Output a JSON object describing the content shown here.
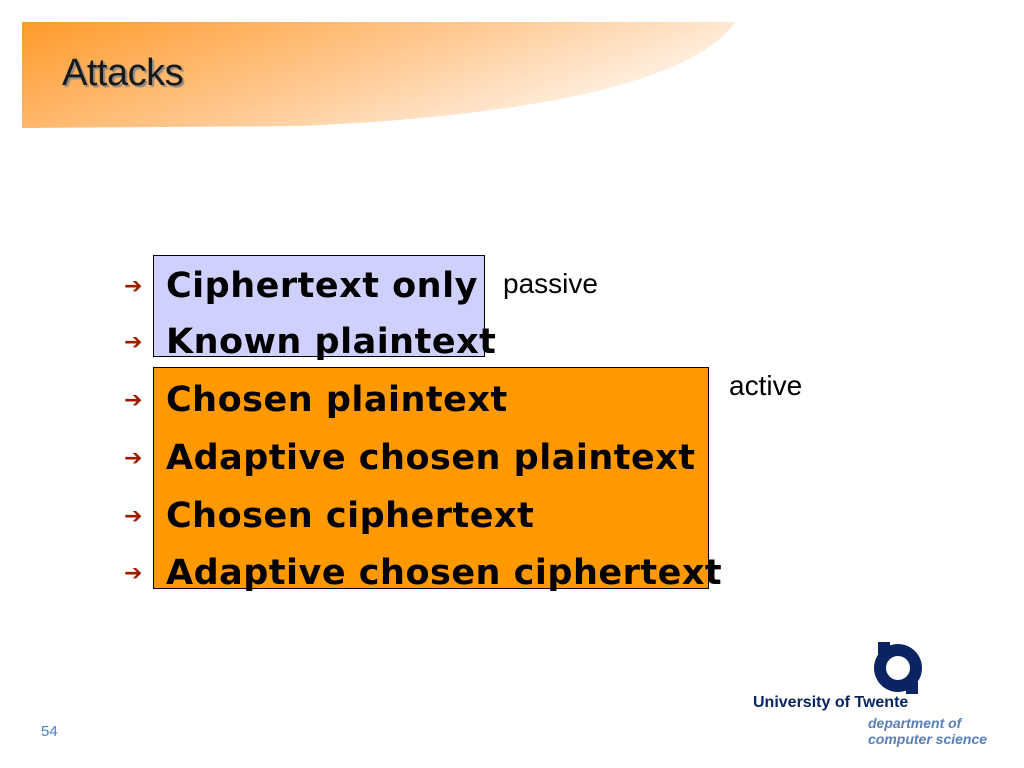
{
  "slide": {
    "title": "Attacks",
    "page_number": "54"
  },
  "items": [
    {
      "label": "Ciphertext only",
      "bullet_icon": "right-arrow-icon"
    },
    {
      "label": "Known plaintext",
      "bullet_icon": "right-arrow-icon"
    },
    {
      "label": "Chosen plaintext",
      "bullet_icon": "right-arrow-icon"
    },
    {
      "label": "Adaptive chosen plaintext",
      "bullet_icon": "right-arrow-icon"
    },
    {
      "label": "Chosen ciphertext",
      "bullet_icon": "right-arrow-icon"
    },
    {
      "label": "Adaptive chosen ciphertext",
      "bullet_icon": "right-arrow-icon"
    }
  ],
  "groups": {
    "passive": {
      "label": "passive",
      "color": "#d0d0ff"
    },
    "active": {
      "label": "active",
      "color": "#ff9900"
    }
  },
  "logo": {
    "university": "University of Twente",
    "department_line1": "department of",
    "department_line2": "computer science"
  },
  "colors": {
    "banner_orange": "#ff9a2a",
    "arrow": "#9b1b00",
    "logo_blue": "#0a2463"
  }
}
